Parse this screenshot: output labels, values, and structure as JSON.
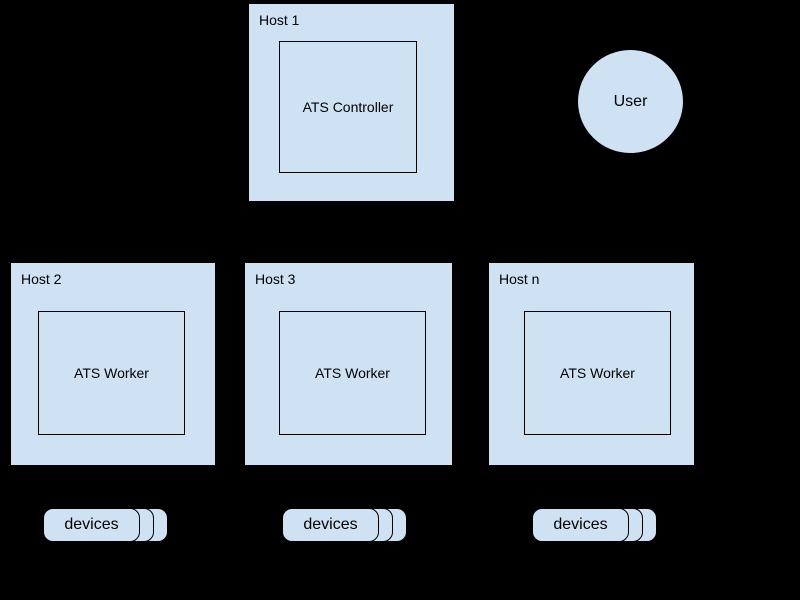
{
  "background": "#000000",
  "palette": {
    "node_fill": "#cfe2f3",
    "node_border": "#000000",
    "text_color": "#000000"
  },
  "diagram": {
    "controller_host": {
      "label": "Host 1",
      "component": "ATS Controller"
    },
    "user": {
      "label": "User"
    },
    "worker_hosts": [
      {
        "label": "Host 2",
        "component": "ATS Worker",
        "devices_label": "devices"
      },
      {
        "label": "Host 3",
        "component": "ATS Worker",
        "devices_label": "devices"
      },
      {
        "label": "Host n",
        "component": "ATS Worker",
        "devices_label": "devices"
      }
    ]
  }
}
